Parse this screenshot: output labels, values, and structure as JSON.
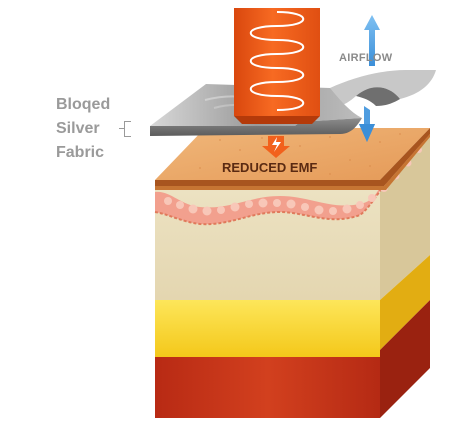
{
  "fabric_label": {
    "line1": "Bloqed",
    "line2": "Silver",
    "line3": "Fabric"
  },
  "airflow_label": "AIRFLOW",
  "emf_label": "REDUCED EMF",
  "colors": {
    "emitter": "#f2611c",
    "silver_fabric": "#9c9c9c",
    "airflow_arrow": "#5aa6e6",
    "skin_top": "#eaa464",
    "dermis": "#efe5c6",
    "fat": "#f9d41e",
    "muscle": "#c1321a"
  }
}
